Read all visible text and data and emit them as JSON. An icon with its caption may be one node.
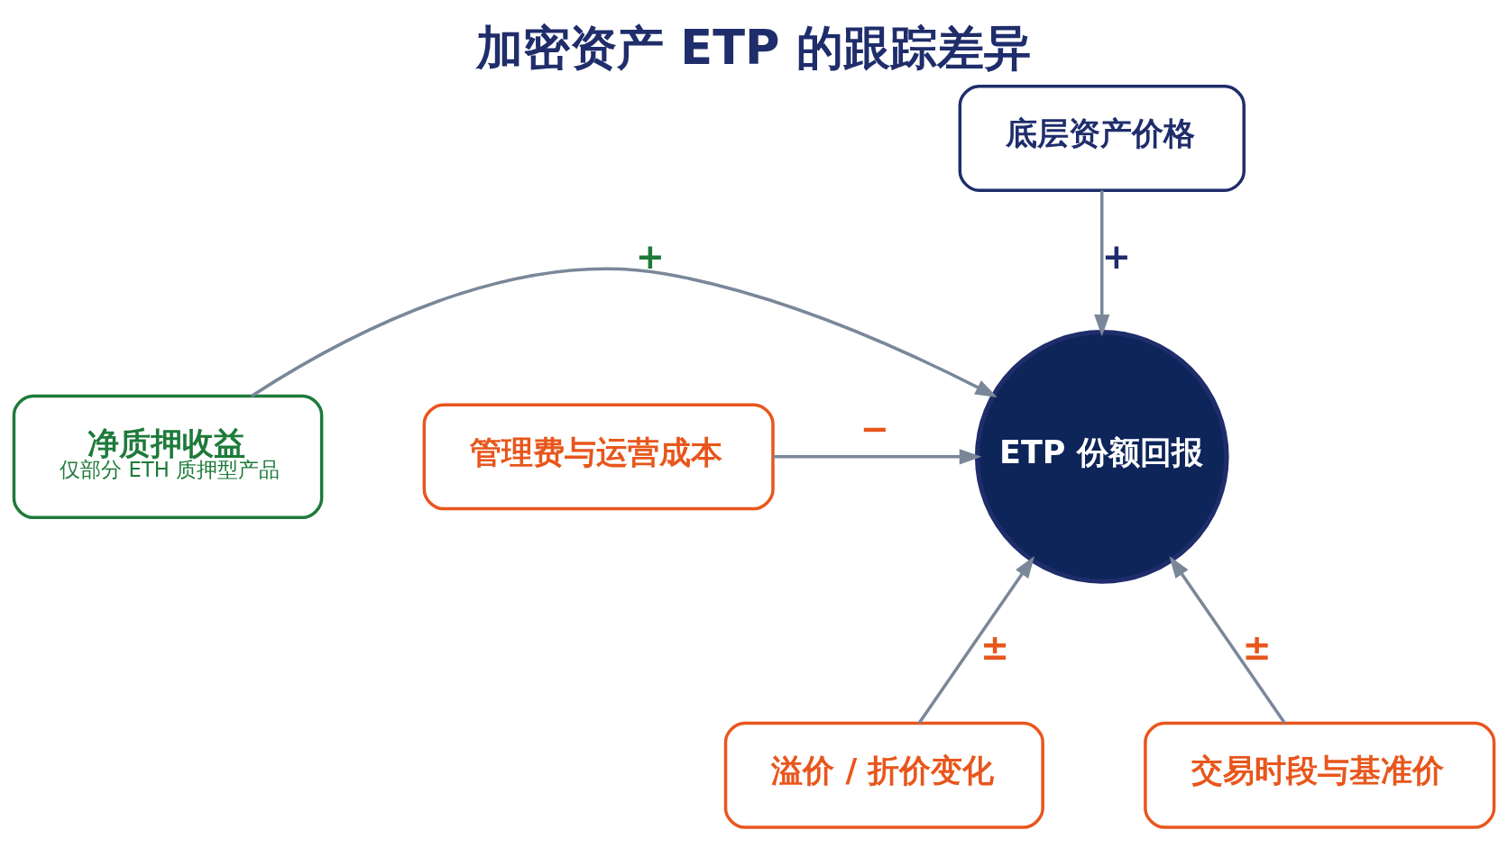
{
  "diagram": {
    "title": "加密资产 ETP 的跟踪差异",
    "nodes": [
      {
        "text": [
          "底层资产价格"
        ]
      },
      {
        "text": [
          "ETP 份额回报"
        ]
      },
      {
        "text": [
          "净质押收益",
          "仅部分 ETH 质押型产品"
        ]
      },
      {
        "text": [
          "管理费与运营成本"
        ]
      },
      {
        "text": [
          "溢价 / 折价变化"
        ]
      },
      {
        "text": [
          "交易时段与基准价"
        ]
      }
    ],
    "edges": [
      {
        "from": 0,
        "to": 1,
        "arrow": "to",
        "label": "+"
      },
      {
        "from": 2,
        "to": 1,
        "arrow": "to",
        "label": "+"
      },
      {
        "from": 3,
        "to": 1,
        "arrow": "to",
        "label": "−"
      },
      {
        "from": 4,
        "to": 1,
        "arrow": "to",
        "label": "±"
      },
      {
        "from": 5,
        "to": 1,
        "arrow": "to",
        "label": "±"
      }
    ]
  }
}
